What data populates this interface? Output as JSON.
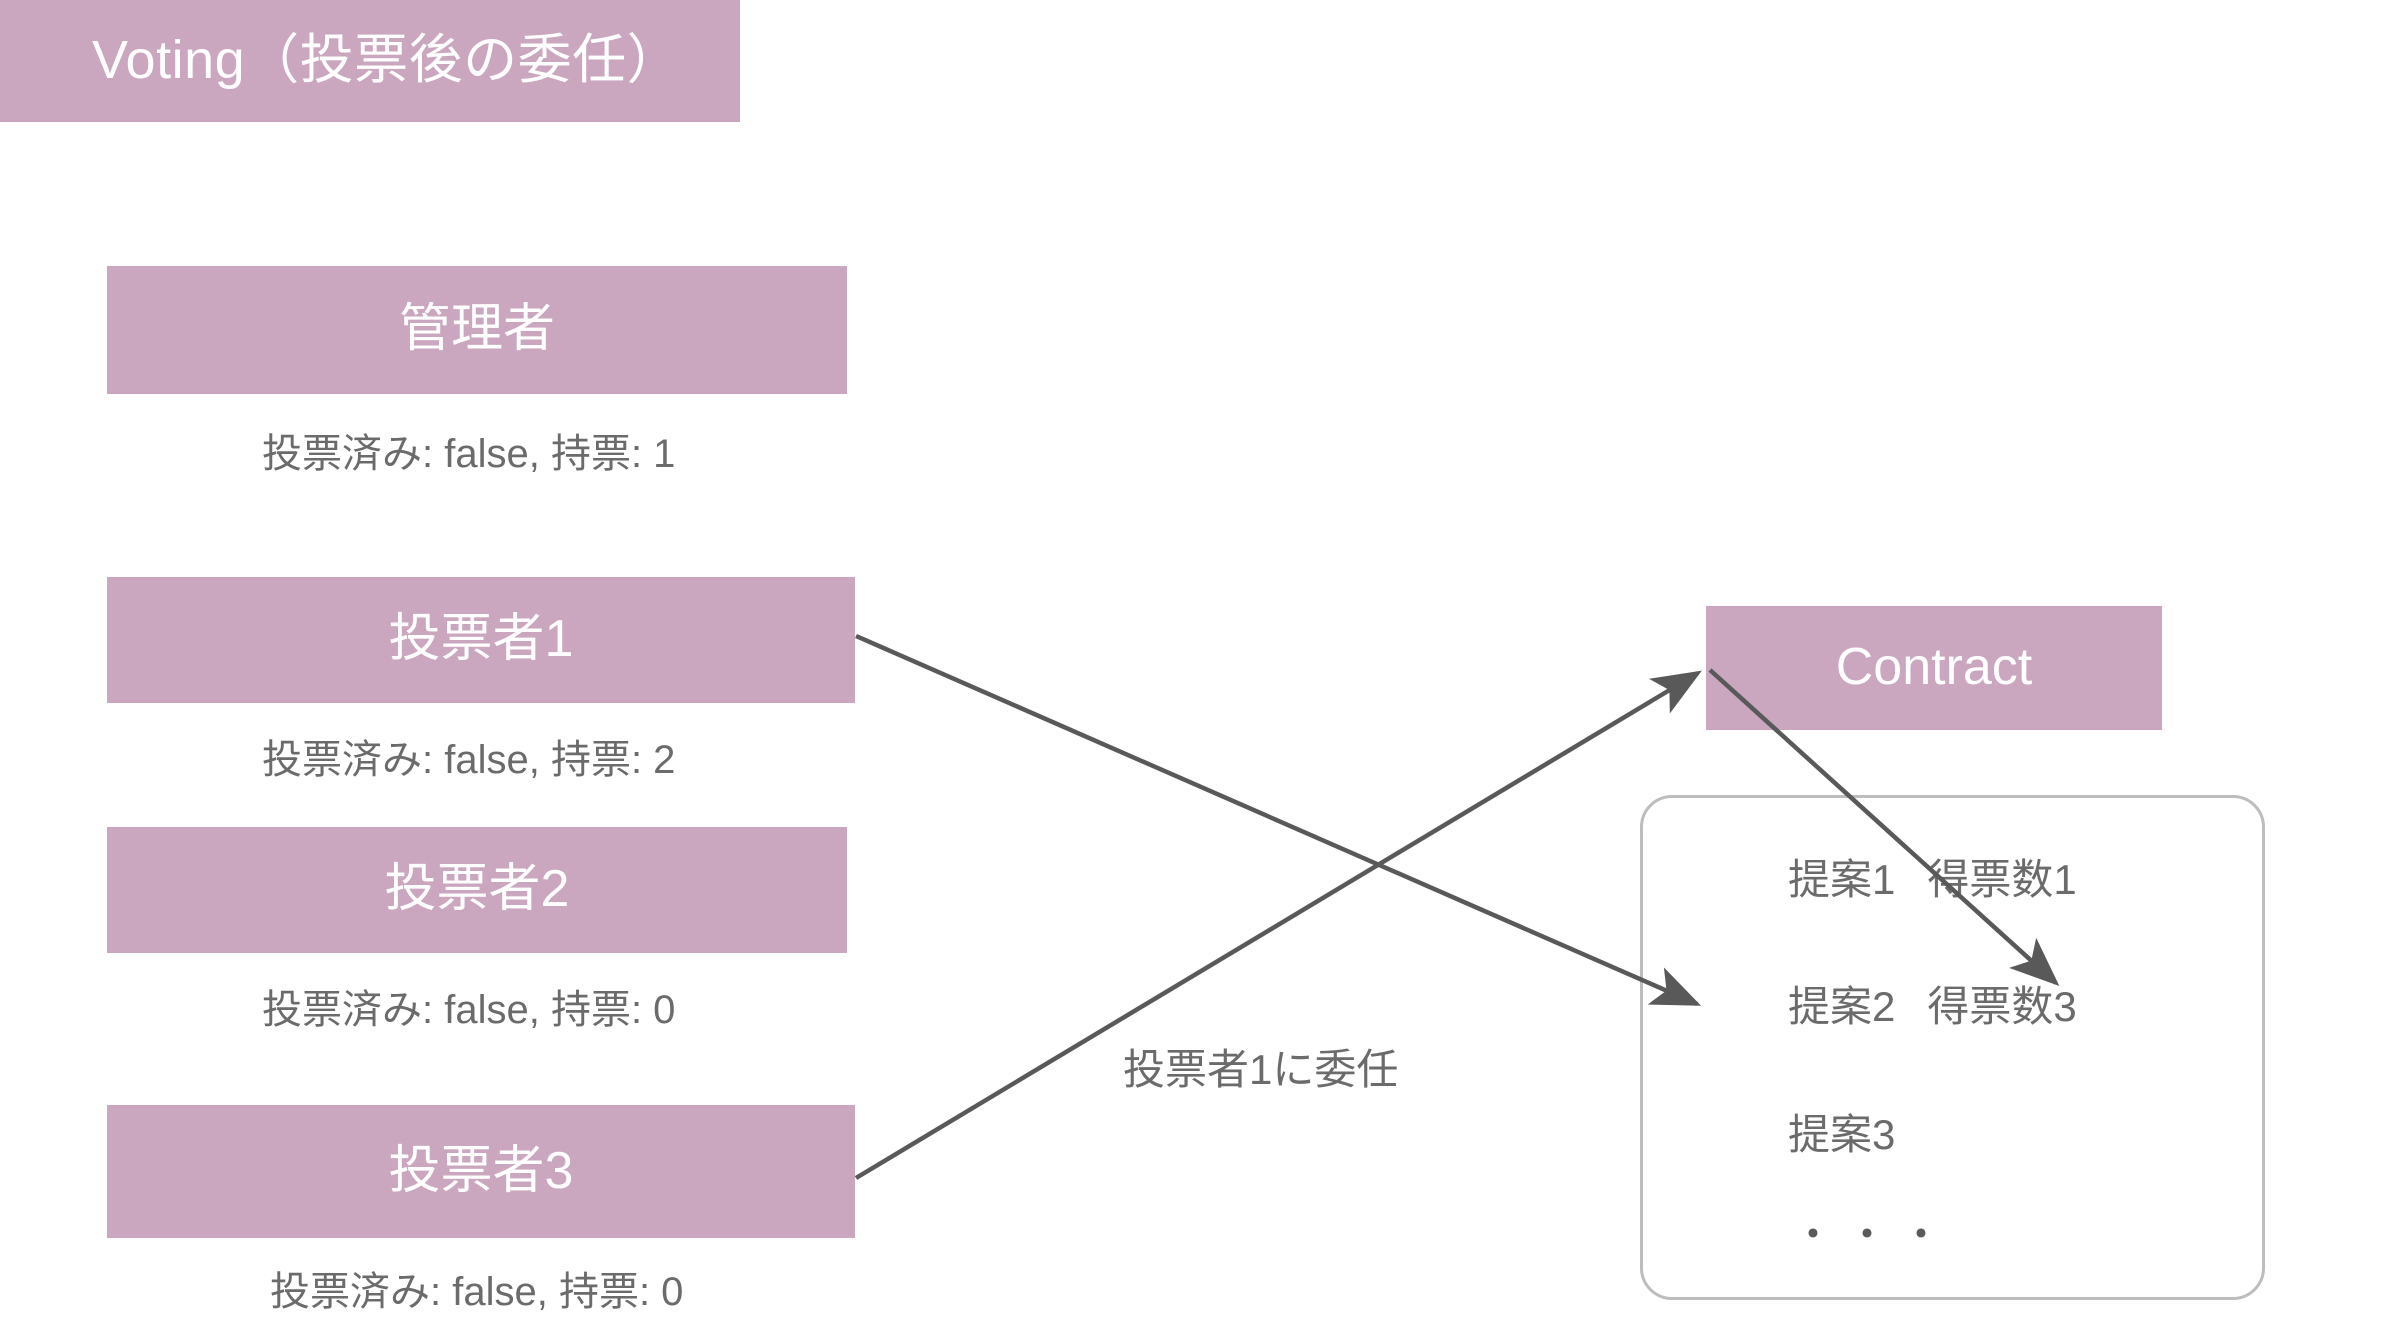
{
  "page": {
    "background": "#ffffff",
    "accent_color": "#cba6bf",
    "text_color": "#6b6b6b",
    "line_color": "#595959"
  },
  "title": {
    "text": "Voting（投票後の委任）"
  },
  "actors": [
    {
      "id": "admin",
      "label": "管理者",
      "status": "投票済み: false, 持票: 1"
    },
    {
      "id": "voter1",
      "label": "投票者1",
      "status": "投票済み: false, 持票: 2"
    },
    {
      "id": "voter2",
      "label": "投票者2",
      "status": "投票済み: false, 持票: 0"
    },
    {
      "id": "voter3",
      "label": "投票者3",
      "status": "投票済み: false, 持票: 0"
    }
  ],
  "contract": {
    "label": "Contract",
    "proposals": [
      {
        "name": "提案1",
        "votes": "得票数1"
      },
      {
        "name": "提案2",
        "votes": "得票数3"
      },
      {
        "name": "提案3",
        "votes": ""
      }
    ],
    "more_indicator": "・・・"
  },
  "edges": [
    {
      "id": "voter1-to-proposals",
      "label": "",
      "from": "投票者1",
      "to": "提案2"
    },
    {
      "id": "voter3-to-contract",
      "label": "投票者1に委任",
      "from": "投票者3",
      "to": "Contract"
    },
    {
      "id": "contract-to-proposal2",
      "label": "",
      "from": "Contract",
      "to": "得票数3"
    }
  ]
}
